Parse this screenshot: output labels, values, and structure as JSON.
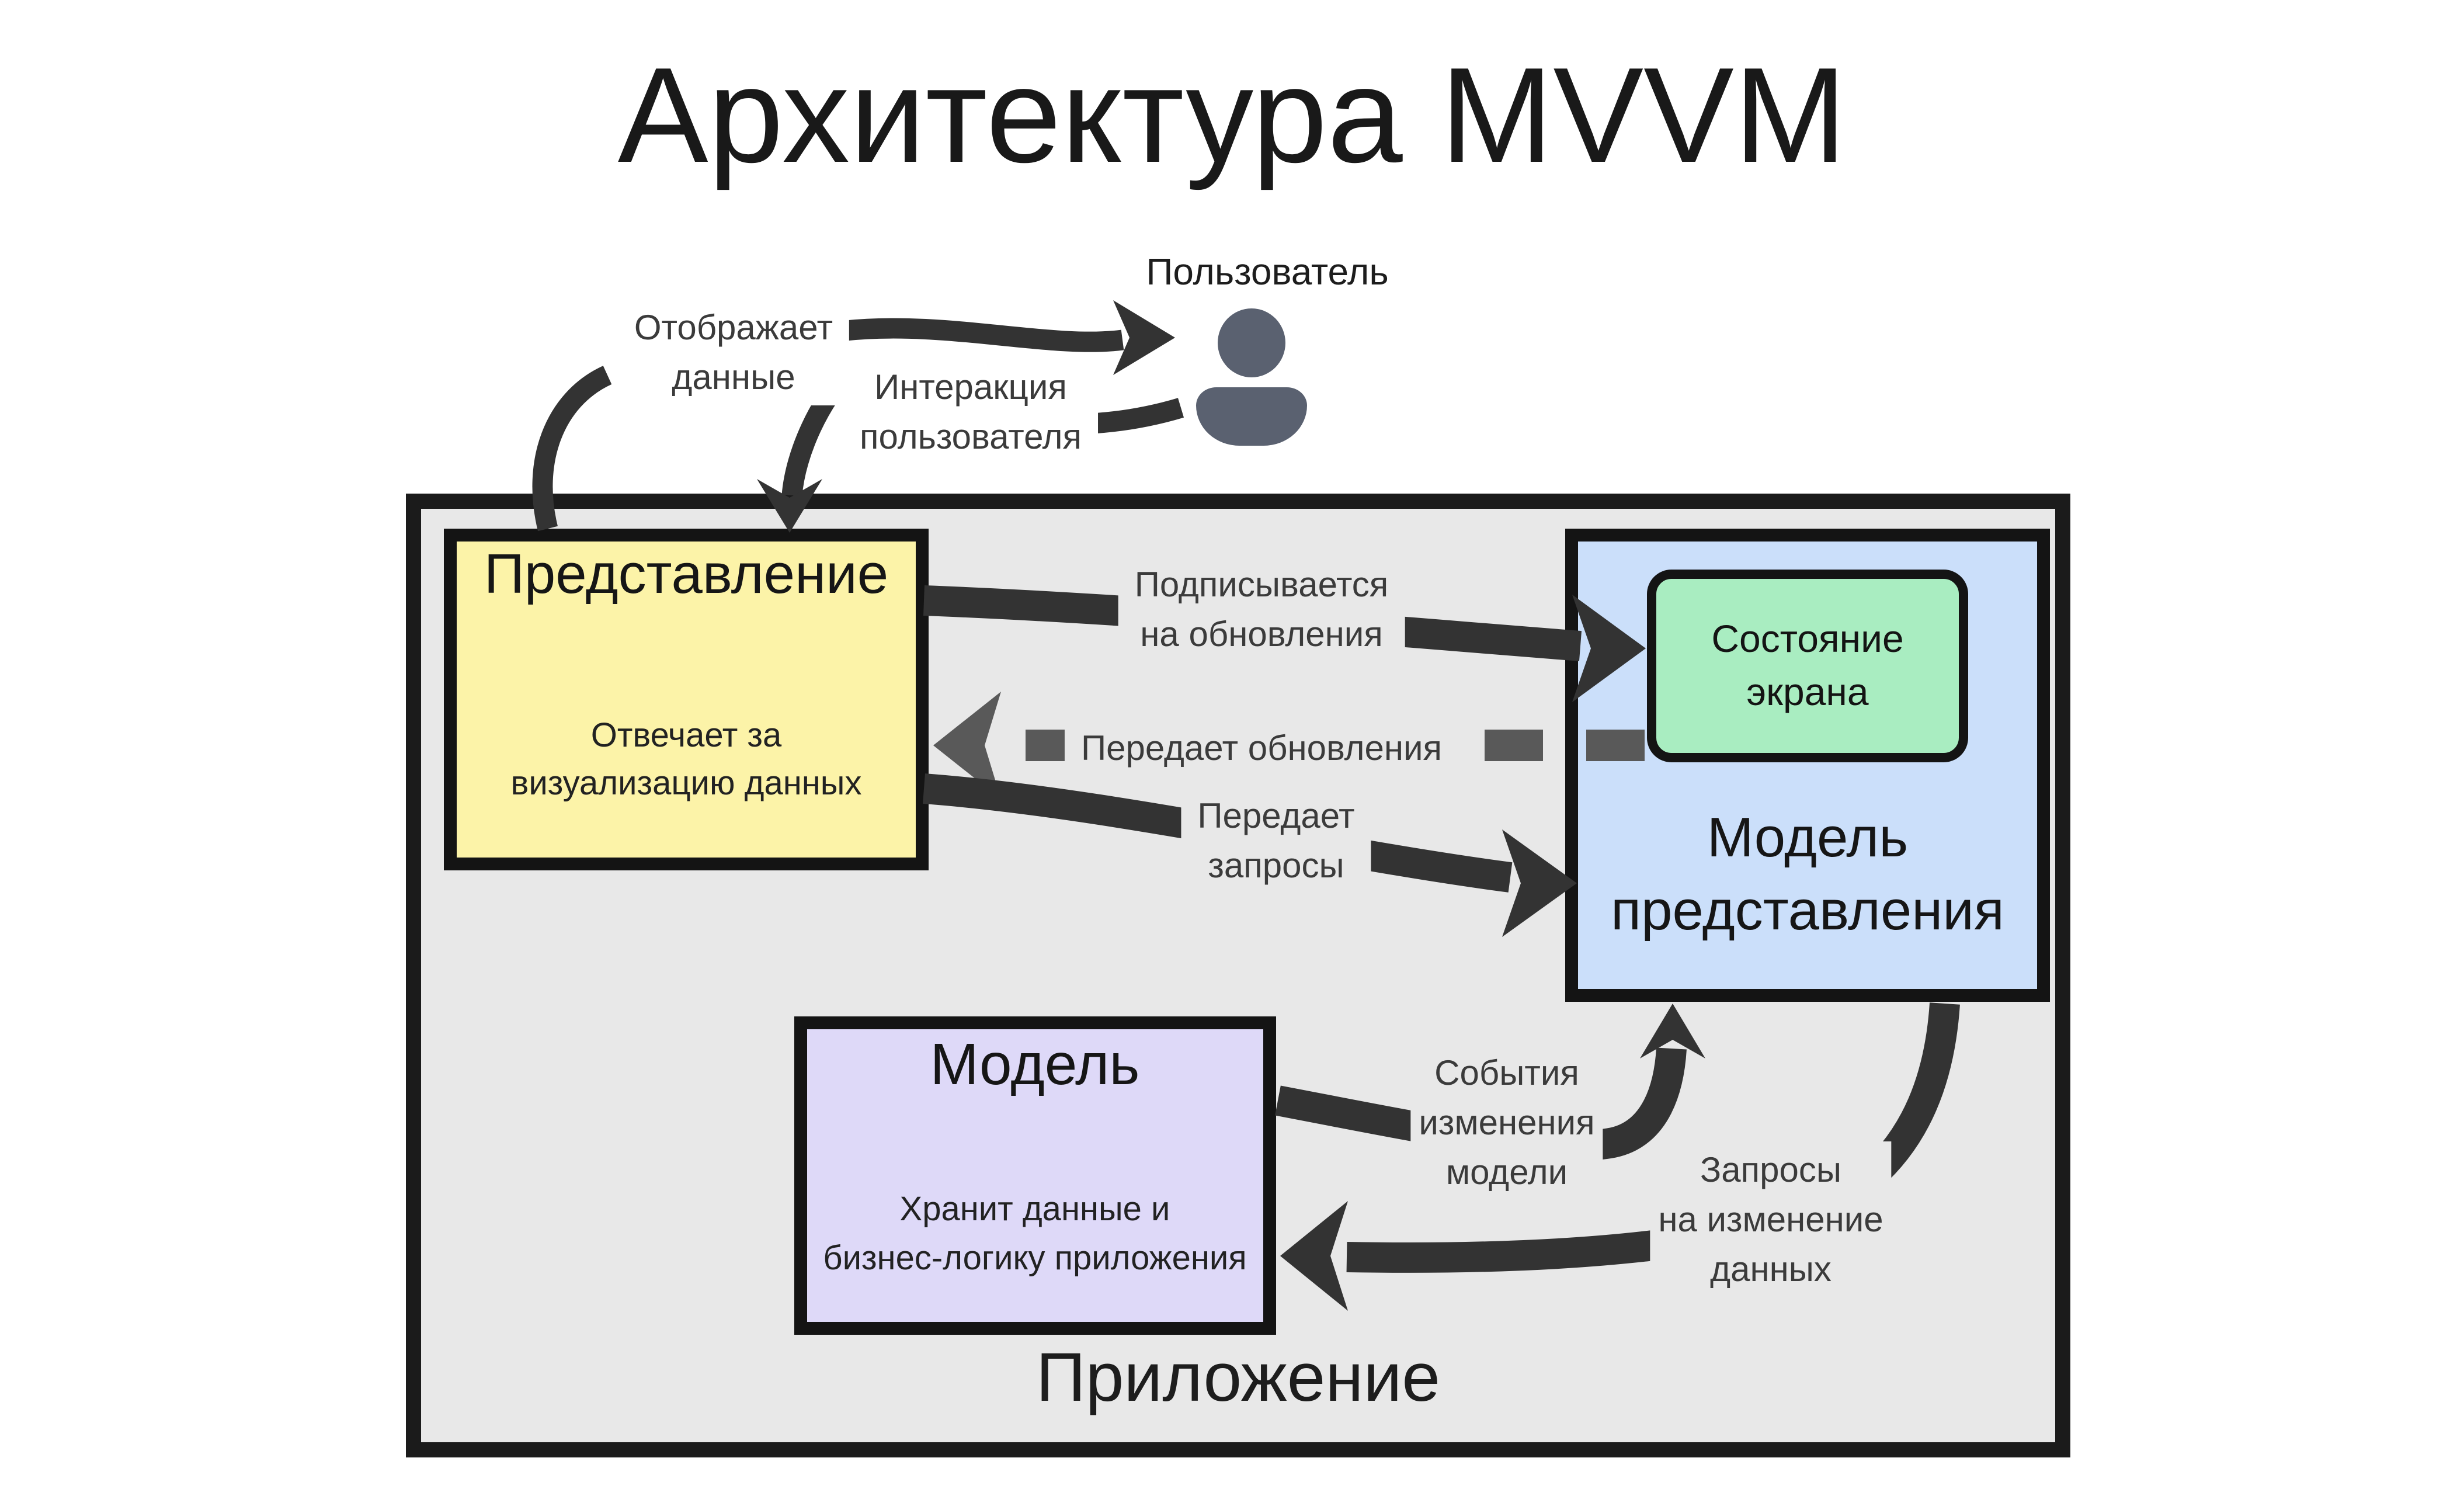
{
  "title": "Архитектура MVVM",
  "user": {
    "label": "Пользователь",
    "icon": "person-icon"
  },
  "app": {
    "label": "Приложение",
    "boxes": {
      "view": {
        "title": "Представление",
        "subtitle": "Отвечает за\nвизуализацию данных"
      },
      "viewmodel": {
        "title": "Модель\nпредставления"
      },
      "screen_state": {
        "label": "Состояние\nэкрана"
      },
      "model": {
        "title": "Модель",
        "subtitle": "Хранит данные и\nбизнес-логику приложения"
      }
    }
  },
  "edges": {
    "displays_data": {
      "label": "Отображает\nданные",
      "from": "view",
      "to": "user",
      "style": "solid"
    },
    "user_interaction": {
      "label": "Интеракция\nпользователя",
      "from": "user",
      "to": "view",
      "style": "solid"
    },
    "subscribes_to_updates": {
      "label": "Подписывается\nна обновления",
      "from": "view",
      "to": "screen_state",
      "style": "solid"
    },
    "passes_updates": {
      "label": "Передает обновления",
      "from": "screen_state",
      "to": "view",
      "style": "dashed"
    },
    "passes_requests": {
      "label": "Передает\nзапросы",
      "from": "view",
      "to": "viewmodel",
      "style": "solid"
    },
    "model_change_events": {
      "label": "События\nизменения\nмодели",
      "from": "model",
      "to": "viewmodel",
      "style": "solid"
    },
    "data_change_requests": {
      "label": "Запросы\nна изменение\nданных",
      "from": "viewmodel",
      "to": "model",
      "style": "solid"
    }
  },
  "colors": {
    "page_background": "#ffffff",
    "app_background": "#e8e8e8",
    "view_fill": "#fcf3a8",
    "viewmodel_fill": "#cbdffa",
    "screen_state_fill": "#a9edc1",
    "model_fill": "#ded9f8",
    "border": "#141414",
    "arrow": "#333333",
    "arrow_dashed": "#595959",
    "user_icon": "#5a6170"
  }
}
